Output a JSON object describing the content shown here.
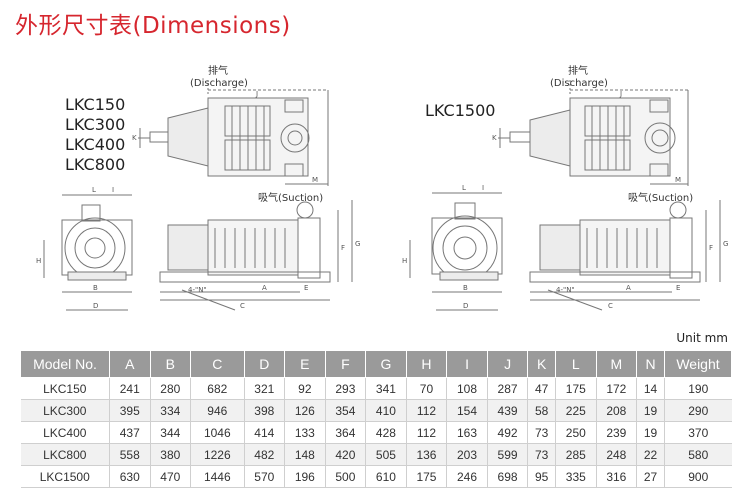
{
  "title": "外形尺寸表(Dimensions)",
  "models_group_a": [
    "LKC150",
    "LKC300",
    "LKC400",
    "LKC800"
  ],
  "model_b": "LKC1500",
  "discharge_cn": "排气",
  "discharge_en": "(Discharge)",
  "suction_label": "吸气(Suction)",
  "dimension_letters": [
    "A",
    "B",
    "C",
    "D",
    "E",
    "F",
    "G",
    "H",
    "I",
    "J",
    "K",
    "L",
    "M",
    "N"
  ],
  "bolt_label": "4-\"N\"",
  "unit": "Unit mm",
  "table": {
    "headers": [
      "Model No.",
      "A",
      "B",
      "C",
      "D",
      "E",
      "F",
      "G",
      "H",
      "I",
      "J",
      "K",
      "L",
      "M",
      "N",
      "Weight"
    ],
    "rows": [
      [
        "LKC150",
        "241",
        "280",
        "682",
        "321",
        "92",
        "293",
        "341",
        "70",
        "108",
        "287",
        "47",
        "175",
        "172",
        "14",
        "190"
      ],
      [
        "LKC300",
        "395",
        "334",
        "946",
        "398",
        "126",
        "354",
        "410",
        "112",
        "154",
        "439",
        "58",
        "225",
        "208",
        "19",
        "290"
      ],
      [
        "LKC400",
        "437",
        "344",
        "1046",
        "414",
        "133",
        "364",
        "428",
        "112",
        "163",
        "492",
        "73",
        "250",
        "239",
        "19",
        "370"
      ],
      [
        "LKC800",
        "558",
        "380",
        "1226",
        "482",
        "148",
        "420",
        "505",
        "136",
        "203",
        "599",
        "73",
        "285",
        "248",
        "22",
        "580"
      ],
      [
        "LKC1500",
        "630",
        "470",
        "1446",
        "570",
        "196",
        "500",
        "610",
        "175",
        "246",
        "698",
        "95",
        "335",
        "316",
        "27",
        "900"
      ]
    ]
  }
}
